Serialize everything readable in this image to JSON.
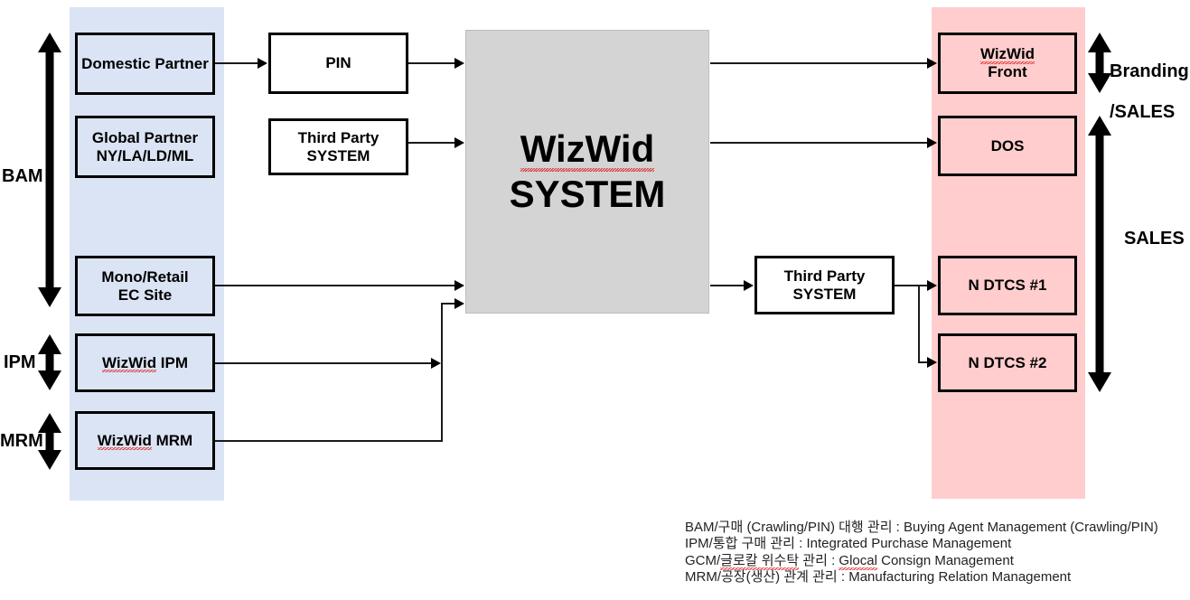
{
  "diagram": {
    "title": "WizWid SYSTEM architecture diagram",
    "colors": {
      "blue_panel": "#dbe4f4",
      "pink_panel": "#ffcdcd",
      "gray_box": "#d4d4d4",
      "border": "#000000",
      "spellcheck": "#e03030"
    }
  },
  "left_group": {
    "nodes": [
      {
        "id": "domestic-partner",
        "label": "Domestic Partner"
      },
      {
        "id": "global-partner",
        "label_line1": "Global Partner",
        "label_line2": "NY/LA/LD/ML"
      },
      {
        "id": "mono-retail",
        "label_line1": "Mono/Retail",
        "label_line2": "EC Site"
      },
      {
        "id": "wizwid-ipm",
        "label_prefix": "WizWid",
        "label_suffix": " IPM"
      },
      {
        "id": "wizwid-mrm",
        "label_prefix": "WizWid",
        "label_suffix": " MRM"
      }
    ],
    "rails": [
      {
        "id": "bam",
        "label": "BAM"
      },
      {
        "id": "ipm",
        "label": "IPM"
      },
      {
        "id": "mrm",
        "label": "MRM"
      }
    ]
  },
  "middle_group": {
    "nodes": [
      {
        "id": "pin",
        "label": "PIN"
      },
      {
        "id": "third-party-system-top",
        "label_line1": "Third Party",
        "label_line2": "SYSTEM"
      },
      {
        "id": "third-party-system-bottom",
        "label_line1": "Third Party",
        "label_line2": "SYSTEM"
      }
    ],
    "core": {
      "id": "wizwid-system",
      "label_line1": "WizWid",
      "label_line2": "SYSTEM"
    }
  },
  "right_group": {
    "nodes": [
      {
        "id": "wizwid-front",
        "label_line1": "WizWid",
        "label_line2": "Front"
      },
      {
        "id": "dos",
        "label": "DOS"
      },
      {
        "id": "n-dtcs-1",
        "label": "N DTCS #1"
      },
      {
        "id": "n-dtcs-2",
        "label": "N DTCS #2"
      }
    ],
    "rails": [
      {
        "id": "branding-sales",
        "label_line1": "Branding",
        "label_line2": "/SALES"
      },
      {
        "id": "sales",
        "label": "SALES"
      }
    ]
  },
  "legend": {
    "lines": [
      "BAM/구매 (Crawling/PIN) 대행 관리 : Buying Agent Management (Crawling/PIN)",
      "IPM/통합 구매 관리 : Integrated Purchase Management",
      "GCM/글로칼 위수탁 관리 : Glocal Consign Management",
      "MRM/공장(생산) 관계 관리 : Manufacturing Relation Management"
    ],
    "line3_prefix": "GCM/",
    "line3_korean_misspelled": "글로칼 위수탁",
    "line3_mid": " 관리 : ",
    "line3_en_misspelled": "Glocal",
    "line3_suffix": " Consign Management"
  }
}
